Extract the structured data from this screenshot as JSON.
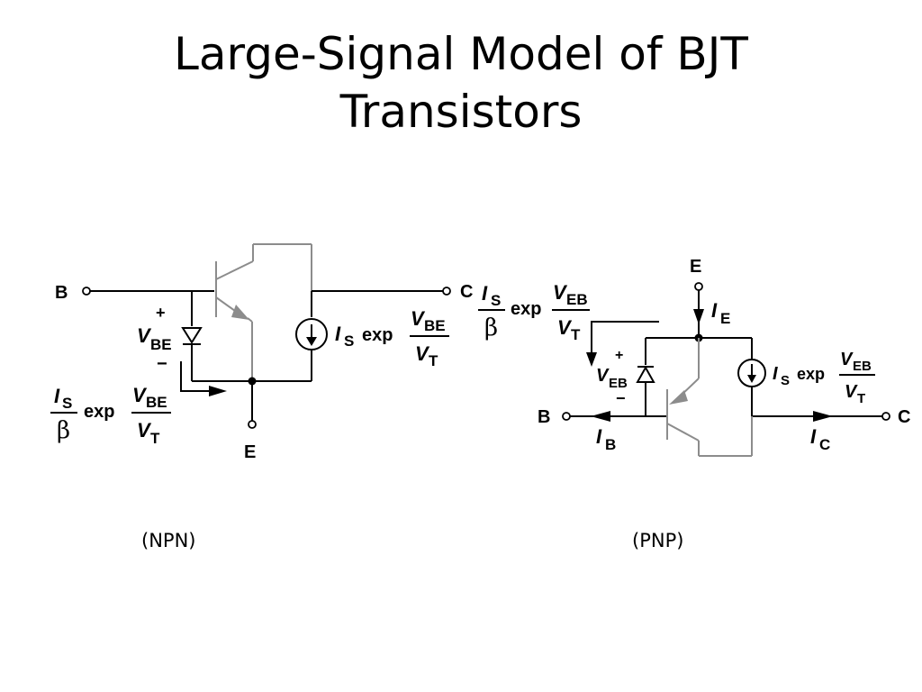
{
  "slide": {
    "title_line1": "Large-Signal Model of BJT",
    "title_line2": "Transistors"
  },
  "npn": {
    "caption": "(NPN)",
    "terminals": {
      "base": "B",
      "collector": "C",
      "emitter": "E"
    },
    "diode_voltage": {
      "plus": "+",
      "symbol": "V",
      "sub": "BE",
      "minus": "−"
    },
    "base_current": {
      "I": "I",
      "I_sub": "S",
      "beta": "β",
      "exp": "exp",
      "num": "V",
      "num_sub": "BE",
      "den": "V",
      "den_sub": "T"
    },
    "collector_source": {
      "I": "I",
      "I_sub": "S",
      "exp": "exp",
      "num": "V",
      "num_sub": "BE",
      "den": "V",
      "den_sub": "T"
    }
  },
  "pnp": {
    "caption": "(PNP)",
    "terminals": {
      "base": "B",
      "collector": "C",
      "emitter": "E"
    },
    "currents": {
      "emitter": {
        "symbol": "I",
        "sub": "E"
      },
      "base": {
        "symbol": "I",
        "sub": "B"
      },
      "collector": {
        "symbol": "I",
        "sub": "C"
      }
    },
    "diode_voltage": {
      "plus": "+",
      "symbol": "V",
      "sub": "EB",
      "minus": "−"
    },
    "base_current": {
      "I": "I",
      "I_sub": "S",
      "beta": "β",
      "exp": "exp",
      "num": "V",
      "num_sub": "EB",
      "den": "V",
      "den_sub": "T"
    },
    "collector_source": {
      "I": "I",
      "I_sub": "S",
      "exp": "exp",
      "num": "V",
      "num_sub": "EB",
      "den": "V",
      "den_sub": "T"
    }
  }
}
